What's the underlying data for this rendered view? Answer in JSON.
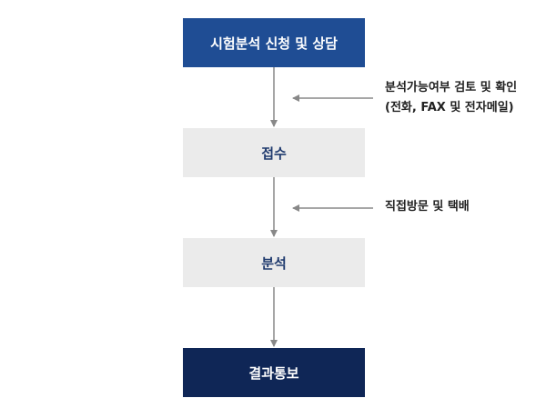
{
  "steps": [
    {
      "label": "시험분석 신청 및 상담"
    },
    {
      "label": "접수"
    },
    {
      "label": "분석"
    },
    {
      "label": "결과통보"
    }
  ],
  "notes": [
    {
      "lines": [
        "분석가능여부 검토 및 확인",
        "(전화, FAX 및 전자메일)"
      ]
    },
    {
      "lines": [
        "직접방문 및 택배"
      ]
    }
  ],
  "colors": {
    "step_blue": "#1f4d94",
    "step_gray": "#ebebeb",
    "step_navy": "#0f2656",
    "arrow": "#888888"
  }
}
